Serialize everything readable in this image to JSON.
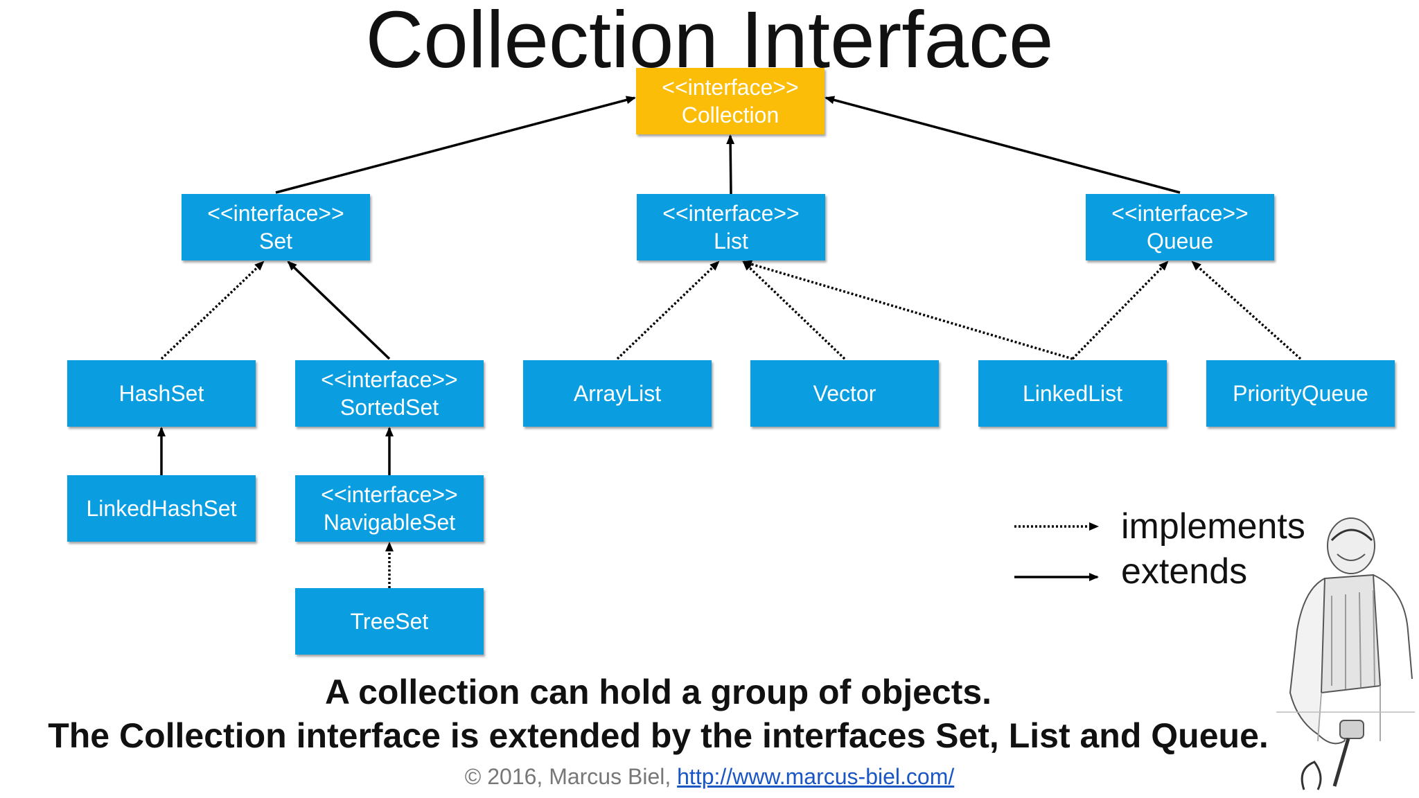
{
  "title": "Collection Interface",
  "nodes": {
    "collection": {
      "stereotype": "<<interface>>",
      "name": "Collection"
    },
    "set": {
      "stereotype": "<<interface>>",
      "name": "Set"
    },
    "list": {
      "stereotype": "<<interface>>",
      "name": "List"
    },
    "queue": {
      "stereotype": "<<interface>>",
      "name": "Queue"
    },
    "hashset": {
      "name": "HashSet"
    },
    "sortedset": {
      "stereotype": "<<interface>>",
      "name": "SortedSet"
    },
    "arraylist": {
      "name": "ArrayList"
    },
    "vector": {
      "name": "Vector"
    },
    "linkedlist": {
      "name": "LinkedList"
    },
    "priorityqueue": {
      "name": "PriorityQueue"
    },
    "linkedhashset": {
      "name": "LinkedHashSet"
    },
    "navigableset": {
      "stereotype": "<<interface>>",
      "name": "NavigableSet"
    },
    "treeset": {
      "name": "TreeSet"
    }
  },
  "edges": [
    {
      "from": "set",
      "to": "collection",
      "kind": "extends"
    },
    {
      "from": "list",
      "to": "collection",
      "kind": "extends"
    },
    {
      "from": "queue",
      "to": "collection",
      "kind": "extends"
    },
    {
      "from": "hashset",
      "to": "set",
      "kind": "implements"
    },
    {
      "from": "sortedset",
      "to": "set",
      "kind": "extends"
    },
    {
      "from": "arraylist",
      "to": "list",
      "kind": "implements"
    },
    {
      "from": "vector",
      "to": "list",
      "kind": "implements"
    },
    {
      "from": "linkedlist",
      "to": "list",
      "kind": "implements"
    },
    {
      "from": "linkedlist",
      "to": "queue",
      "kind": "implements"
    },
    {
      "from": "priorityqueue",
      "to": "queue",
      "kind": "implements"
    },
    {
      "from": "linkedhashset",
      "to": "hashset",
      "kind": "extends"
    },
    {
      "from": "navigableset",
      "to": "sortedset",
      "kind": "extends"
    },
    {
      "from": "treeset",
      "to": "navigableset",
      "kind": "implements"
    }
  ],
  "legend": {
    "implements": "implements",
    "extends": "extends"
  },
  "caption": {
    "line1": "A collection can hold a group of objects.",
    "line2": "The Collection interface is extended by the interfaces Set, List and Queue."
  },
  "footer": {
    "copyright": "© 2016, Marcus Biel, ",
    "link": "http://www.marcus-biel.com/"
  },
  "colors": {
    "interface_root": "#fbbd08",
    "node": "#0a9ee1",
    "node_text": "#ffffff",
    "link": "#1a55c4"
  }
}
